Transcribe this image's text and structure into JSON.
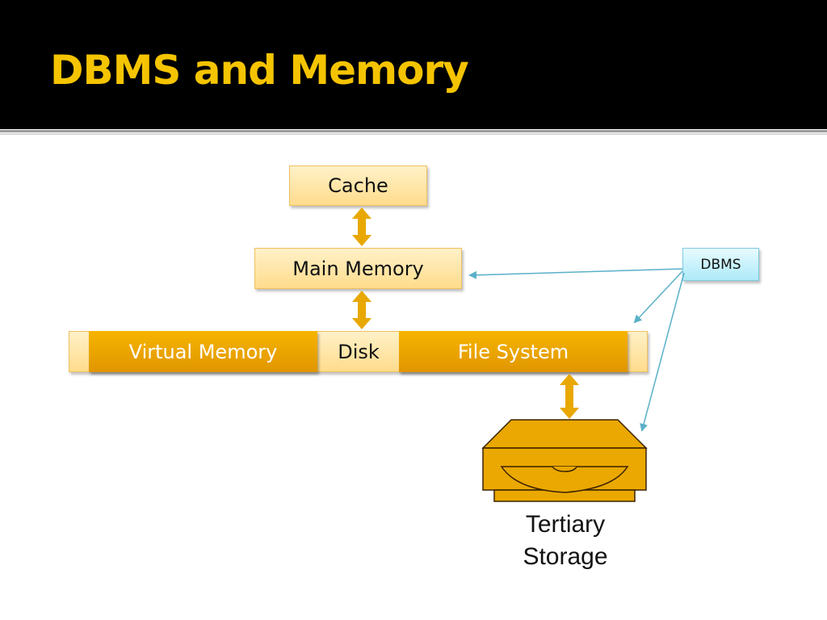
{
  "slide": {
    "title": "DBMS and Memory"
  },
  "diagram": {
    "nodes": {
      "cache": "Cache",
      "main_memory": "Main Memory",
      "virtual_memory": "Virtual Memory",
      "disk": "Disk",
      "file_system": "File System",
      "dbms": "DBMS",
      "tertiary_line1": "Tertiary",
      "tertiary_line2": "Storage"
    },
    "edges": [
      {
        "from": "Cache",
        "to": "Main Memory",
        "type": "bidirectional"
      },
      {
        "from": "Main Memory",
        "to": "Disk",
        "type": "bidirectional"
      },
      {
        "from": "File System",
        "to": "Tertiary Storage",
        "type": "bidirectional"
      },
      {
        "from": "DBMS",
        "to": "Main Memory",
        "type": "directed"
      },
      {
        "from": "DBMS",
        "to": "Disk",
        "type": "directed"
      },
      {
        "from": "DBMS",
        "to": "Tertiary Storage",
        "type": "directed"
      }
    ],
    "colors": {
      "title": "#f5c400",
      "arrow_gold": "#e8a800",
      "arrow_blue": "#5ab0c8",
      "drive": "#eaa800"
    }
  }
}
